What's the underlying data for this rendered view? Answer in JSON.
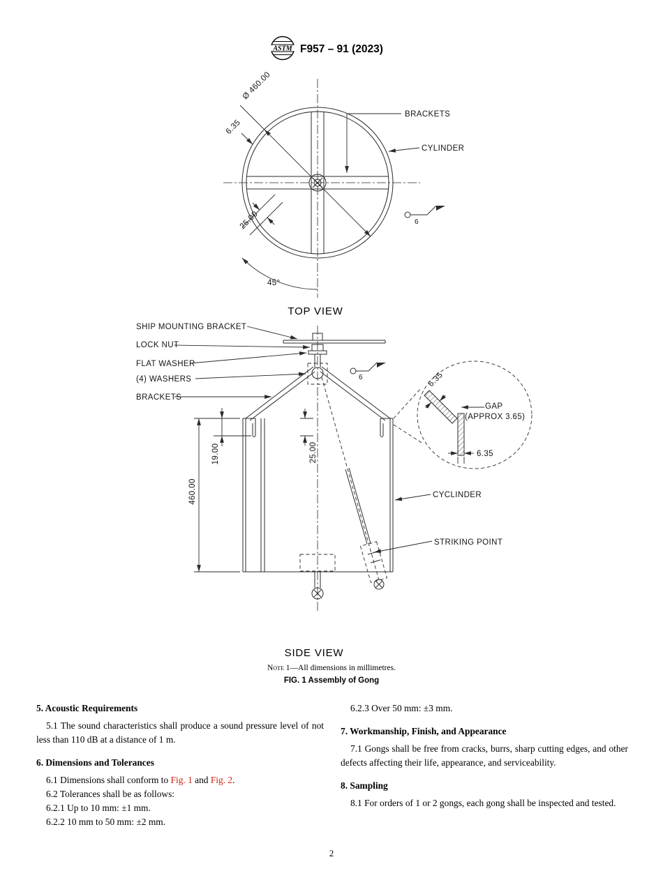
{
  "header": {
    "logo": "ASTM",
    "designation": "F957 – 91 (2023)"
  },
  "top_view": {
    "caption": "TOP VIEW",
    "dim_diameter": "Ø 460.00",
    "dim_thickness": "6.35",
    "dim_bracket_width": "25.00",
    "dim_angle": "45°",
    "label_brackets": "BRACKETS",
    "label_cylinder": "CYLINDER",
    "weld_size": "6"
  },
  "side_view": {
    "caption": "SIDE VIEW",
    "label_ship_mounting_bracket": "SHIP MOUNTING BRACKET",
    "label_lock_nut": "LOCK NUT",
    "label_flat_washer": "FLAT WASHER",
    "label_washers": "(4) WASHERS",
    "label_brackets": "BRACKETS",
    "dim_rim_depth": "19.00",
    "dim_bracket": "25.00",
    "dim_height": "460.00",
    "weld_size": "6",
    "label_cylinder": "CYCLINDER",
    "label_striking_point": "STRIKING POINT"
  },
  "detail": {
    "dim_wall": "6.35",
    "gap_label": "GAP",
    "gap_value": "(APPROX 3.65)",
    "dim_lip": "6.35"
  },
  "figure": {
    "note_prefix": "Note",
    "note_rest": " 1—All dimensions in millimetres.",
    "caption": "FIG. 1 Assembly of Gong"
  },
  "sections": {
    "s5": {
      "heading": "5. Acoustic Requirements",
      "p51": "5.1 The sound characteristics shall produce a sound pressure level of not less than 110 dB at a distance of 1 m."
    },
    "s6": {
      "heading": "6. Dimensions and Tolerances",
      "p61_pre": "6.1 Dimensions shall conform to ",
      "p61_fig1": "Fig. 1",
      "p61_mid": " and ",
      "p61_fig2": "Fig. 2",
      "p61_post": ".",
      "p62": "6.2 Tolerances shall be as follows:",
      "p621": "6.2.1 Up to 10 mm: ±1 mm.",
      "p622": "6.2.2 10 mm to 50 mm: ±2 mm.",
      "p623": "6.2.3 Over 50 mm: ±3 mm."
    },
    "s7": {
      "heading": "7. Workmanship, Finish, and Appearance",
      "p71": "7.1 Gongs shall be free from cracks, burrs, sharp cutting edges, and other defects affecting their life, appearance, and serviceability."
    },
    "s8": {
      "heading": "8. Sampling",
      "p81": "8.1 For orders of 1 or 2 gongs, each gong shall be inspected and tested."
    }
  },
  "footer": {
    "page_number": "2"
  },
  "colors": {
    "figure_link": "#cc2211"
  }
}
